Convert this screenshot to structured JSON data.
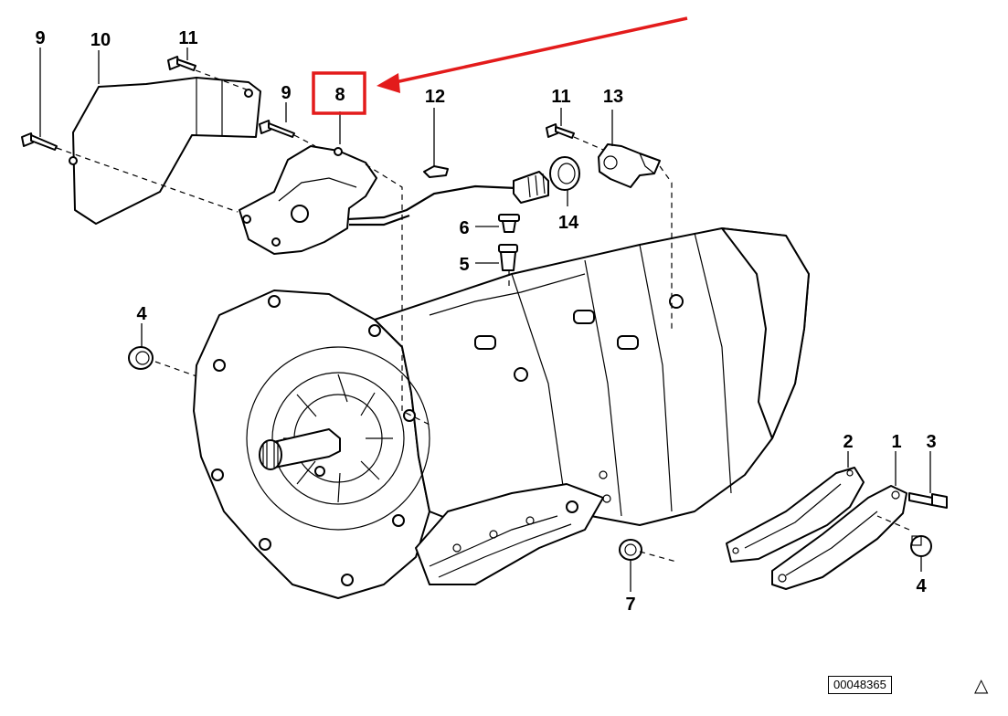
{
  "diagram": {
    "callouts": {
      "c1": "1",
      "c2": "2",
      "c3": "3",
      "c4a": "4",
      "c4b": "4",
      "c5": "5",
      "c6": "6",
      "c7": "7",
      "c8": "8",
      "c9a": "9",
      "c9b": "9",
      "c10": "10",
      "c11a": "11",
      "c11b": "11",
      "c12": "12",
      "c13": "13",
      "c14": "14"
    },
    "highlight": {
      "part": "8",
      "color": "#e31b1b"
    },
    "figure_id": "00048365",
    "warning_symbol": "△"
  }
}
